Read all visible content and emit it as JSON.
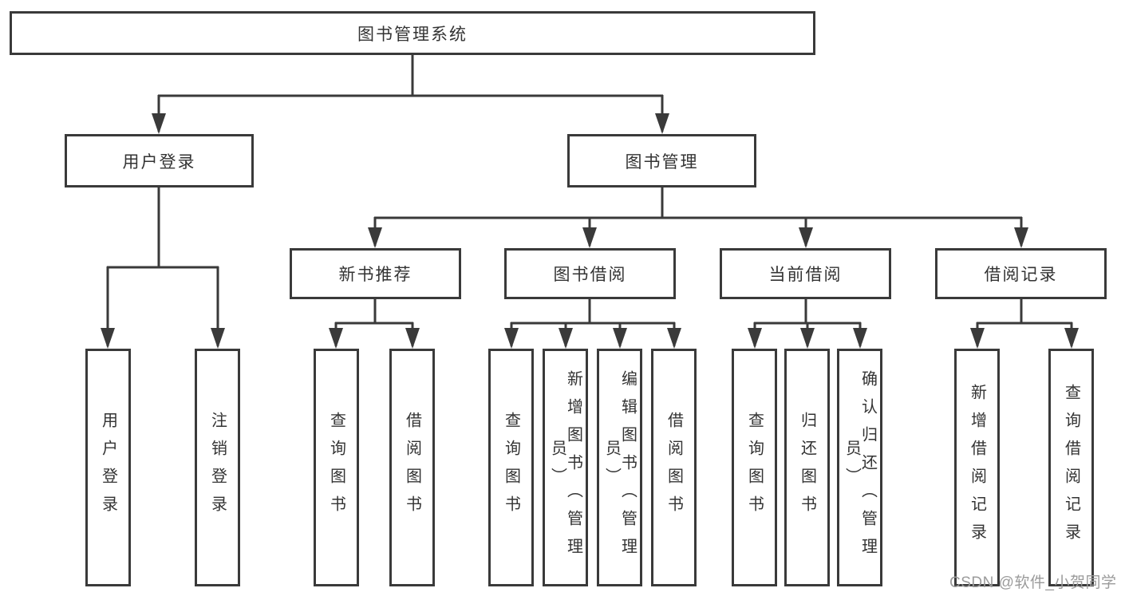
{
  "diagram": {
    "type": "tree",
    "root": {
      "label": "图书管理系统"
    },
    "branches": [
      {
        "label": "用户登录",
        "children": [
          {
            "label": "用户登录"
          },
          {
            "label": "注销登录"
          }
        ]
      },
      {
        "label": "图书管理",
        "children": [
          {
            "label": "新书推荐",
            "children": [
              {
                "label": "查询图书"
              },
              {
                "label": "借阅图书"
              }
            ]
          },
          {
            "label": "图书借阅",
            "children": [
              {
                "label": "查询图书"
              },
              {
                "label": "新增图书（管理员）"
              },
              {
                "label": "编辑图书（管理员）"
              },
              {
                "label": "借阅图书"
              }
            ]
          },
          {
            "label": "当前借阅",
            "children": [
              {
                "label": "查询图书"
              },
              {
                "label": "归还图书"
              },
              {
                "label": "确认归还（管理员）"
              }
            ]
          },
          {
            "label": "借阅记录",
            "children": [
              {
                "label": "新增借阅记录"
              },
              {
                "label": "查询借阅记录"
              }
            ]
          }
        ]
      }
    ]
  },
  "colors": {
    "line": "#3a3a3a",
    "text": "#333333",
    "watermark": "#9b9b9b",
    "background": "#ffffff"
  },
  "watermark": {
    "text": "CSDN @软件_小贺同学"
  }
}
